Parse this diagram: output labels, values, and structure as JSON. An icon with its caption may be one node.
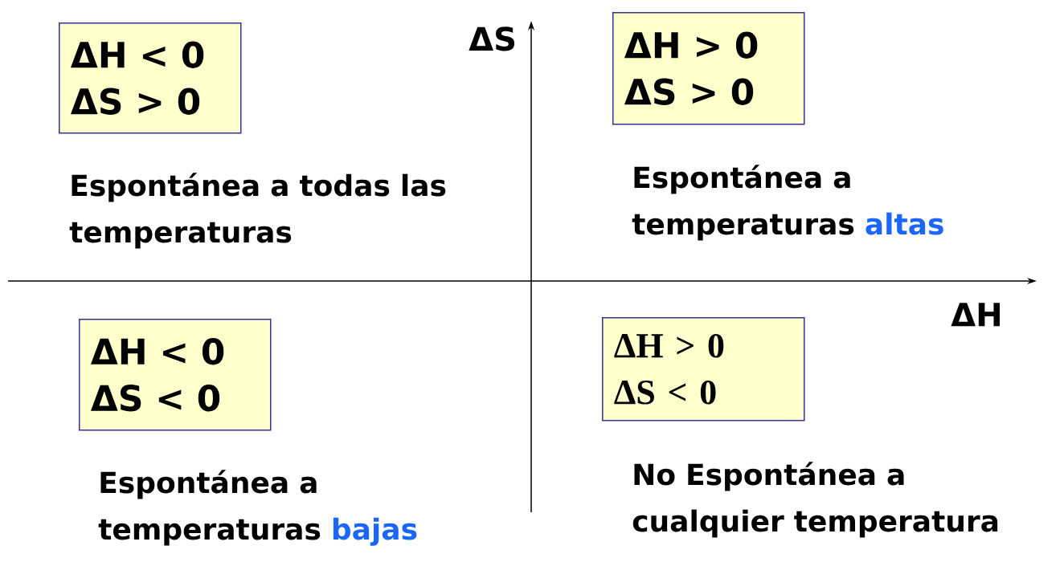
{
  "diagram": {
    "nodes": [
      {
        "text": [
          "ΔH < 0",
          "ΔS > 0"
        ],
        "beside": [
          "Espontánea a todas las temperaturas"
        ]
      },
      {
        "text": [
          "ΔH > 0",
          "ΔS > 0"
        ],
        "beside": [
          "Espontánea a temperaturas",
          "altas"
        ]
      },
      {
        "text": [
          "ΔH < 0",
          "ΔS < 0"
        ],
        "beside": [
          "Espontánea a temperaturas",
          "bajas"
        ]
      },
      {
        "text": [
          "ΔH > 0",
          "ΔS < 0"
        ],
        "beside": [
          "No Espontánea a cualquier temperatura"
        ]
      }
    ],
    "labels": [
      "ΔS",
      "ΔH"
    ]
  }
}
